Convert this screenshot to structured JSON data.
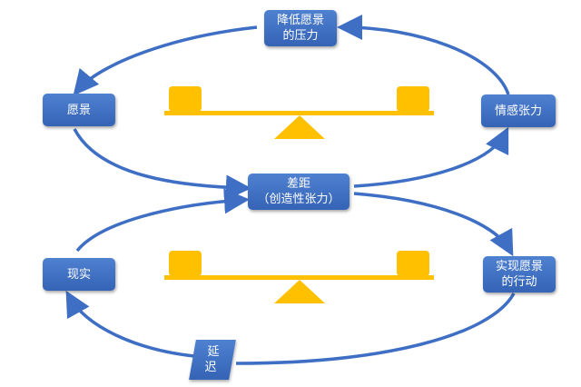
{
  "nodes": {
    "pressure": {
      "line1": "降低愿景",
      "line2": "的压力"
    },
    "vision": {
      "label": "愿景"
    },
    "emotional_tension": {
      "label": "情感张力"
    },
    "gap": {
      "line1": "差距",
      "line2": "（创造性张力）"
    },
    "reality": {
      "label": "现实"
    },
    "action": {
      "line1": "实现愿景",
      "line2": "的行动"
    },
    "delay": {
      "line1": "延",
      "line2": "迟"
    }
  },
  "colors": {
    "node_fill": "#3f6fc4",
    "arrow": "#3f6fc4",
    "balance": "#ffc000",
    "fulcrum": "#ffc000"
  },
  "icons": [
    "balance-scale-icon",
    "fulcrum-triangle-icon",
    "curved-arrow-icon"
  ]
}
